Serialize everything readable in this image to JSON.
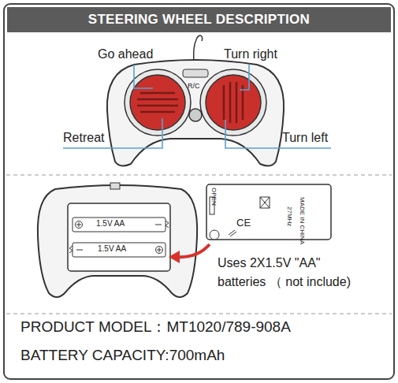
{
  "diagram": {
    "title": "STEERING WHEEL DESCRIPTION",
    "labels": [
      "Go ahead",
      "Turn right",
      "Retreat",
      "Turn left",
      "R/C",
      "1.5V AA",
      "1.5V AA",
      "OPEN",
      "CE",
      "27MHz",
      "MADE IN CHINA",
      "Uses 2X1.5V \"AA\" batteries （ not include)",
      "PRODUCT MODEL：MT1020/789-908A",
      "BATTERY CAPACITY:700mAh"
    ]
  }
}
